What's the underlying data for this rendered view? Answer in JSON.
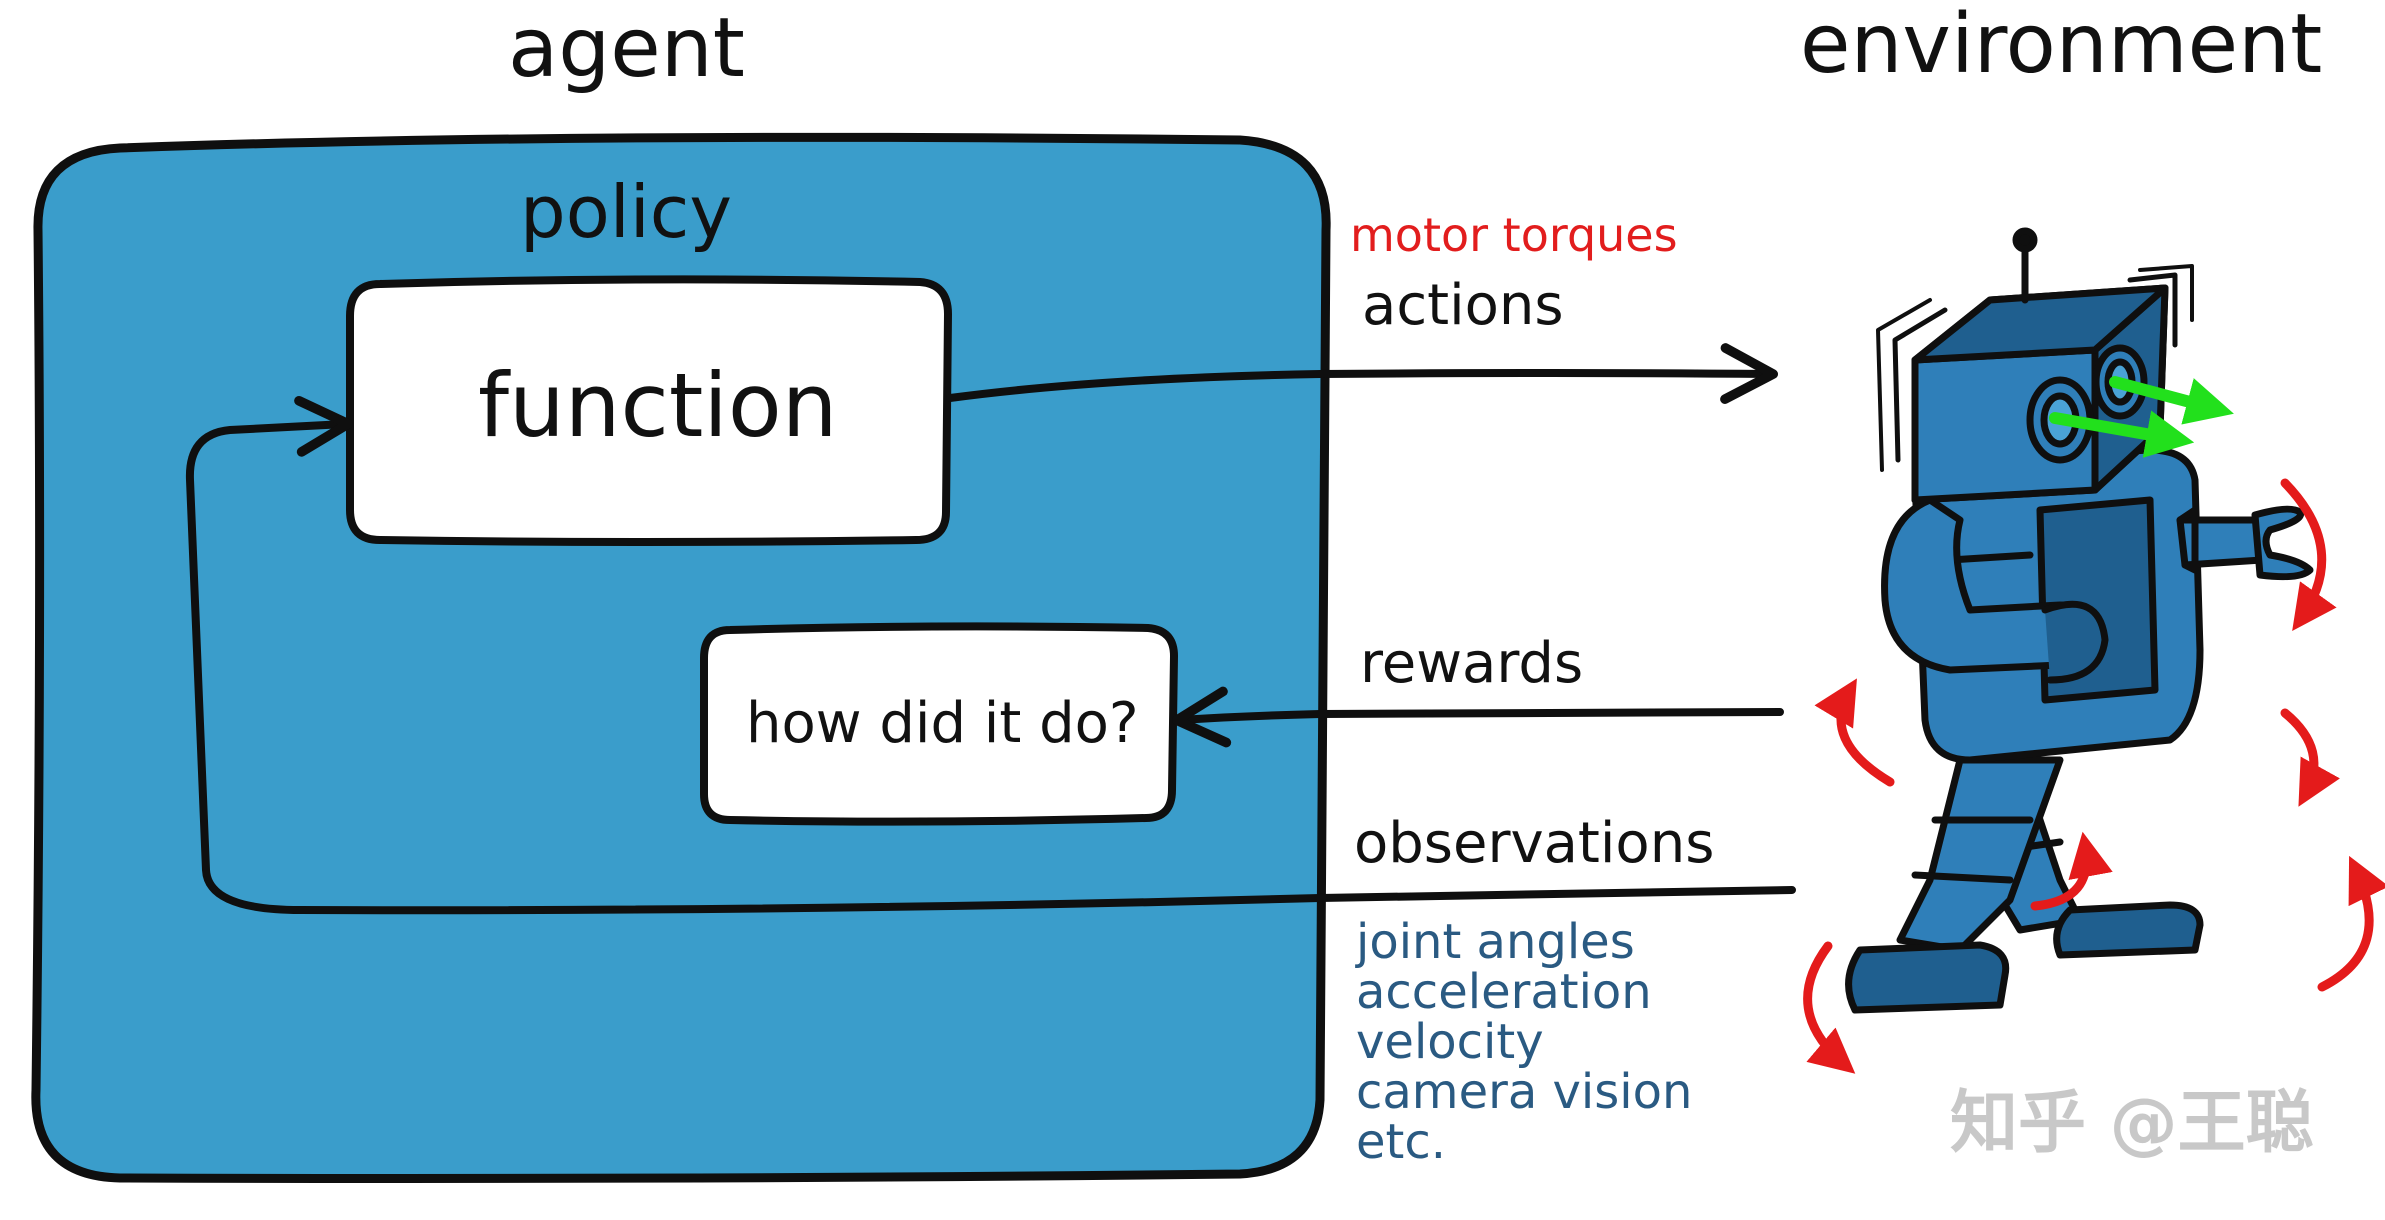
{
  "labels": {
    "agent": "agent",
    "environment": "environment",
    "policy": "policy",
    "function": "function",
    "how_did_it_do": "how did it do?",
    "motor_torques": "motor torques",
    "actions": "actions",
    "rewards": "rewards",
    "observations": "observations"
  },
  "observation_items": [
    "joint angles",
    "acceleration",
    "velocity",
    "camera vision",
    "etc."
  ],
  "watermark": "知乎 @王聪",
  "colors": {
    "agent_fill": "#3a9dcb",
    "outline": "#0f0f0f",
    "motor_torques": "#e21d1d",
    "observation_items": "#2a5a82",
    "robot_body": "#2f7fb9",
    "robot_dark": "#1f5f8f",
    "motion_arrows": "#e41b1b",
    "eye_arrows": "#22e01c"
  }
}
